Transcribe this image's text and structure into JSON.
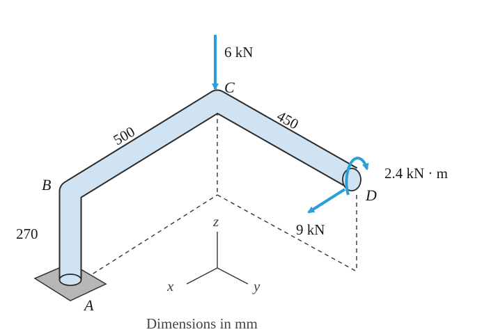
{
  "figure": {
    "points": {
      "A": "A",
      "B": "B",
      "C": "C",
      "D": "D"
    },
    "dimensions": {
      "BC": "500",
      "CD": "450",
      "AB": "270"
    },
    "loads": {
      "force_C": "6 kN",
      "force_D": "9 kN",
      "moment_D": "2.4 kN · m"
    },
    "axes": {
      "x": "x",
      "y": "y",
      "z": "z"
    },
    "caption": "Dimensions in mm"
  },
  "colors": {
    "pipe_fill": "#cfe3f2",
    "outline": "#2a2a2a",
    "load": "#2a9fd8",
    "base": "#b7b7b7"
  }
}
